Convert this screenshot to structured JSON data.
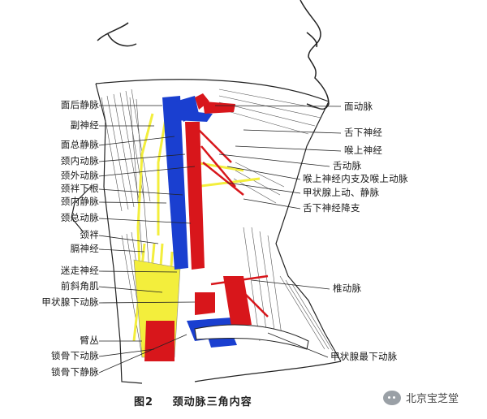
{
  "figure": {
    "caption_number": "图2",
    "caption_title": "颈动脉三角内容",
    "watermark": "北京宝芝堂"
  },
  "labels_left": [
    "面后静脉",
    "副神经",
    "面总静脉",
    "颈内动脉",
    "颈外动脉",
    "颈袢下根",
    "颈内静脉",
    "颈总动脉",
    "颈袢",
    "膈神经",
    "迷走神经",
    "前斜角肌",
    "甲状腺下动脉",
    "臂丛",
    "锁骨下动脉",
    "锁骨下静脉"
  ],
  "labels_right": [
    "面动脉",
    "舌下神经",
    "喉上神经",
    "舌动脉",
    "喉上神经内支及喉上动脉",
    "甲状腺上动、静脉",
    "舌下神经降支",
    "椎动脉",
    "甲状腺最下动脉"
  ],
  "colors": {
    "artery": "#d8161b",
    "vein": "#1a3fd0",
    "nerve": "#f3ee3c",
    "line": "#222222"
  }
}
